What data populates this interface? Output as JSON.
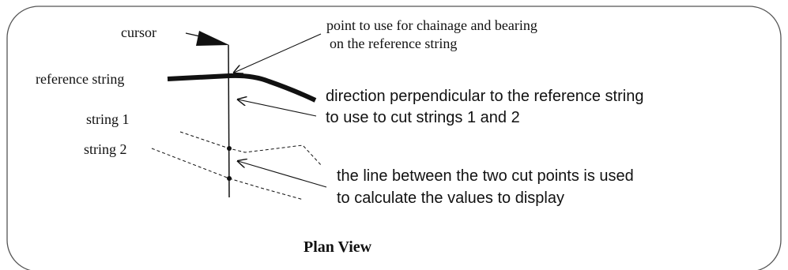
{
  "diagram": {
    "labels": {
      "cursor": "cursor",
      "reference_string": "reference string",
      "string_1": "string 1",
      "string_2": "string 2"
    },
    "notes": {
      "chainage_point_line1": "point to use for chainage and bearing",
      "chainage_point_line2": "on the reference string",
      "perpendicular_line1": "direction perpendicular to the reference string",
      "perpendicular_line2": "to use to cut strings 1 and 2",
      "cut_points_line1": "the line between the two cut points is used",
      "cut_points_line2": "to calculate the values to display"
    },
    "title": "Plan View",
    "colors": {
      "stroke": "#111111",
      "frame": "#555555",
      "background": "#ffffff"
    }
  }
}
